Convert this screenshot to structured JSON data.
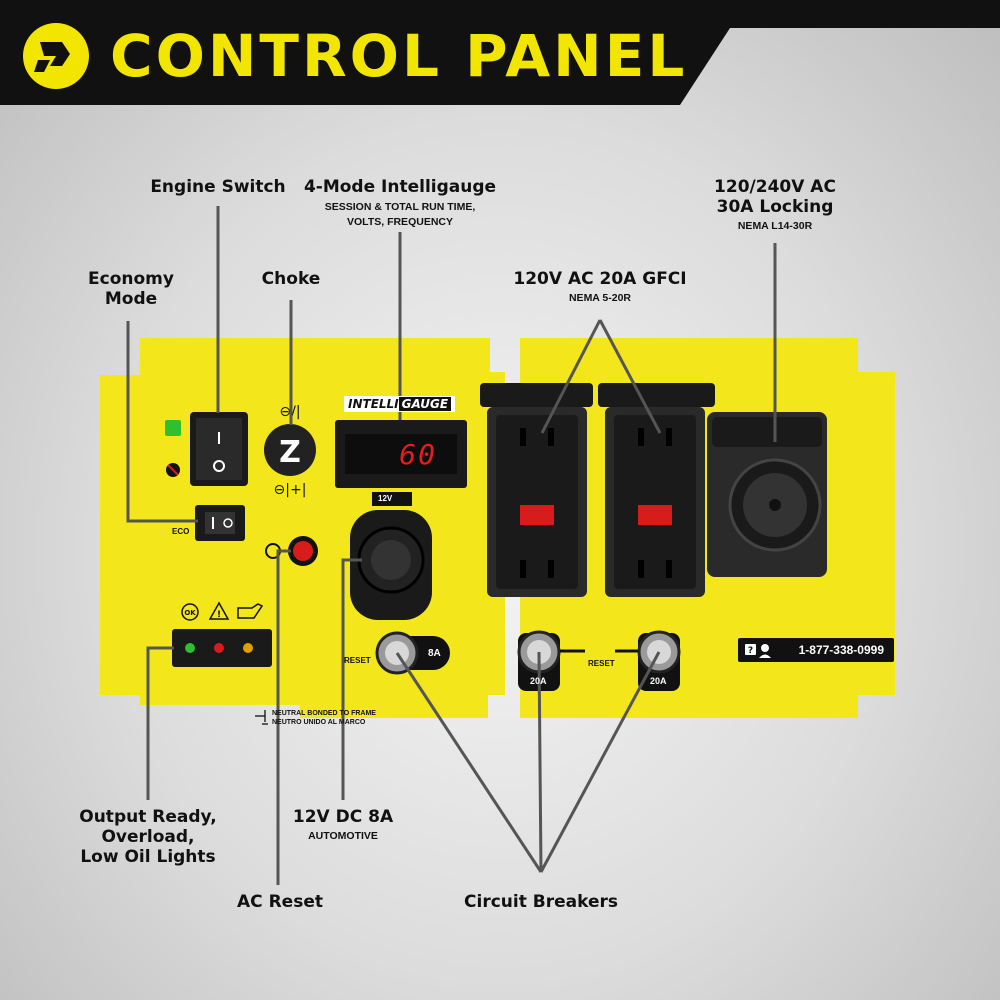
{
  "banner": {
    "title": "CONTROL PANEL"
  },
  "labels": {
    "engine_switch": "Engine Switch",
    "economy_mode": "Economy\nMode",
    "choke": "Choke",
    "intelligauge": "4-Mode Intelligauge",
    "intelligauge_sub": "SESSION & TOTAL RUN TIME,\nVOLTS, FREQUENCY",
    "gfci": "120V AC 20A GFCI",
    "gfci_sub": "NEMA 5-20R",
    "locking": "120/240V AC\n30A Locking",
    "locking_sub": "NEMA L14-30R",
    "output_lights": "Output Ready,\nOverload,\nLow Oil Lights",
    "ac_reset": "AC Reset",
    "dc": "12V DC 8A",
    "dc_sub": "AUTOMOTIVE",
    "breakers": "Circuit Breakers"
  },
  "panel": {
    "brand_a": "INTELLI",
    "brand_b": "GAUGE",
    "display_value": "60",
    "eco_label": "ECO",
    "dc_label": "12V",
    "reset_label_left": "RESET",
    "reset_label_right": "RESET",
    "breaker_8a": "8A",
    "breaker_20a_left": "20A",
    "breaker_20a_right": "20A",
    "phone": "1-877-338-0999",
    "neutral_line1": "NEUTRAL BONDED TO FRAME",
    "neutral_line2": "NEUTRO UNIDO AL MARCO",
    "ok_symbol": "OK"
  },
  "colors": {
    "panel_yellow": "#f3e61a",
    "banner_black": "#111111",
    "banner_yellow": "#f2e600",
    "green_light": "#2fbf2f",
    "red_light": "#d81c1c",
    "amber_light": "#e0a000"
  },
  "icons": [
    "champion-logo-icon",
    "fuel-icon",
    "warning-icon",
    "oil-can-icon",
    "phone-support-icon"
  ]
}
